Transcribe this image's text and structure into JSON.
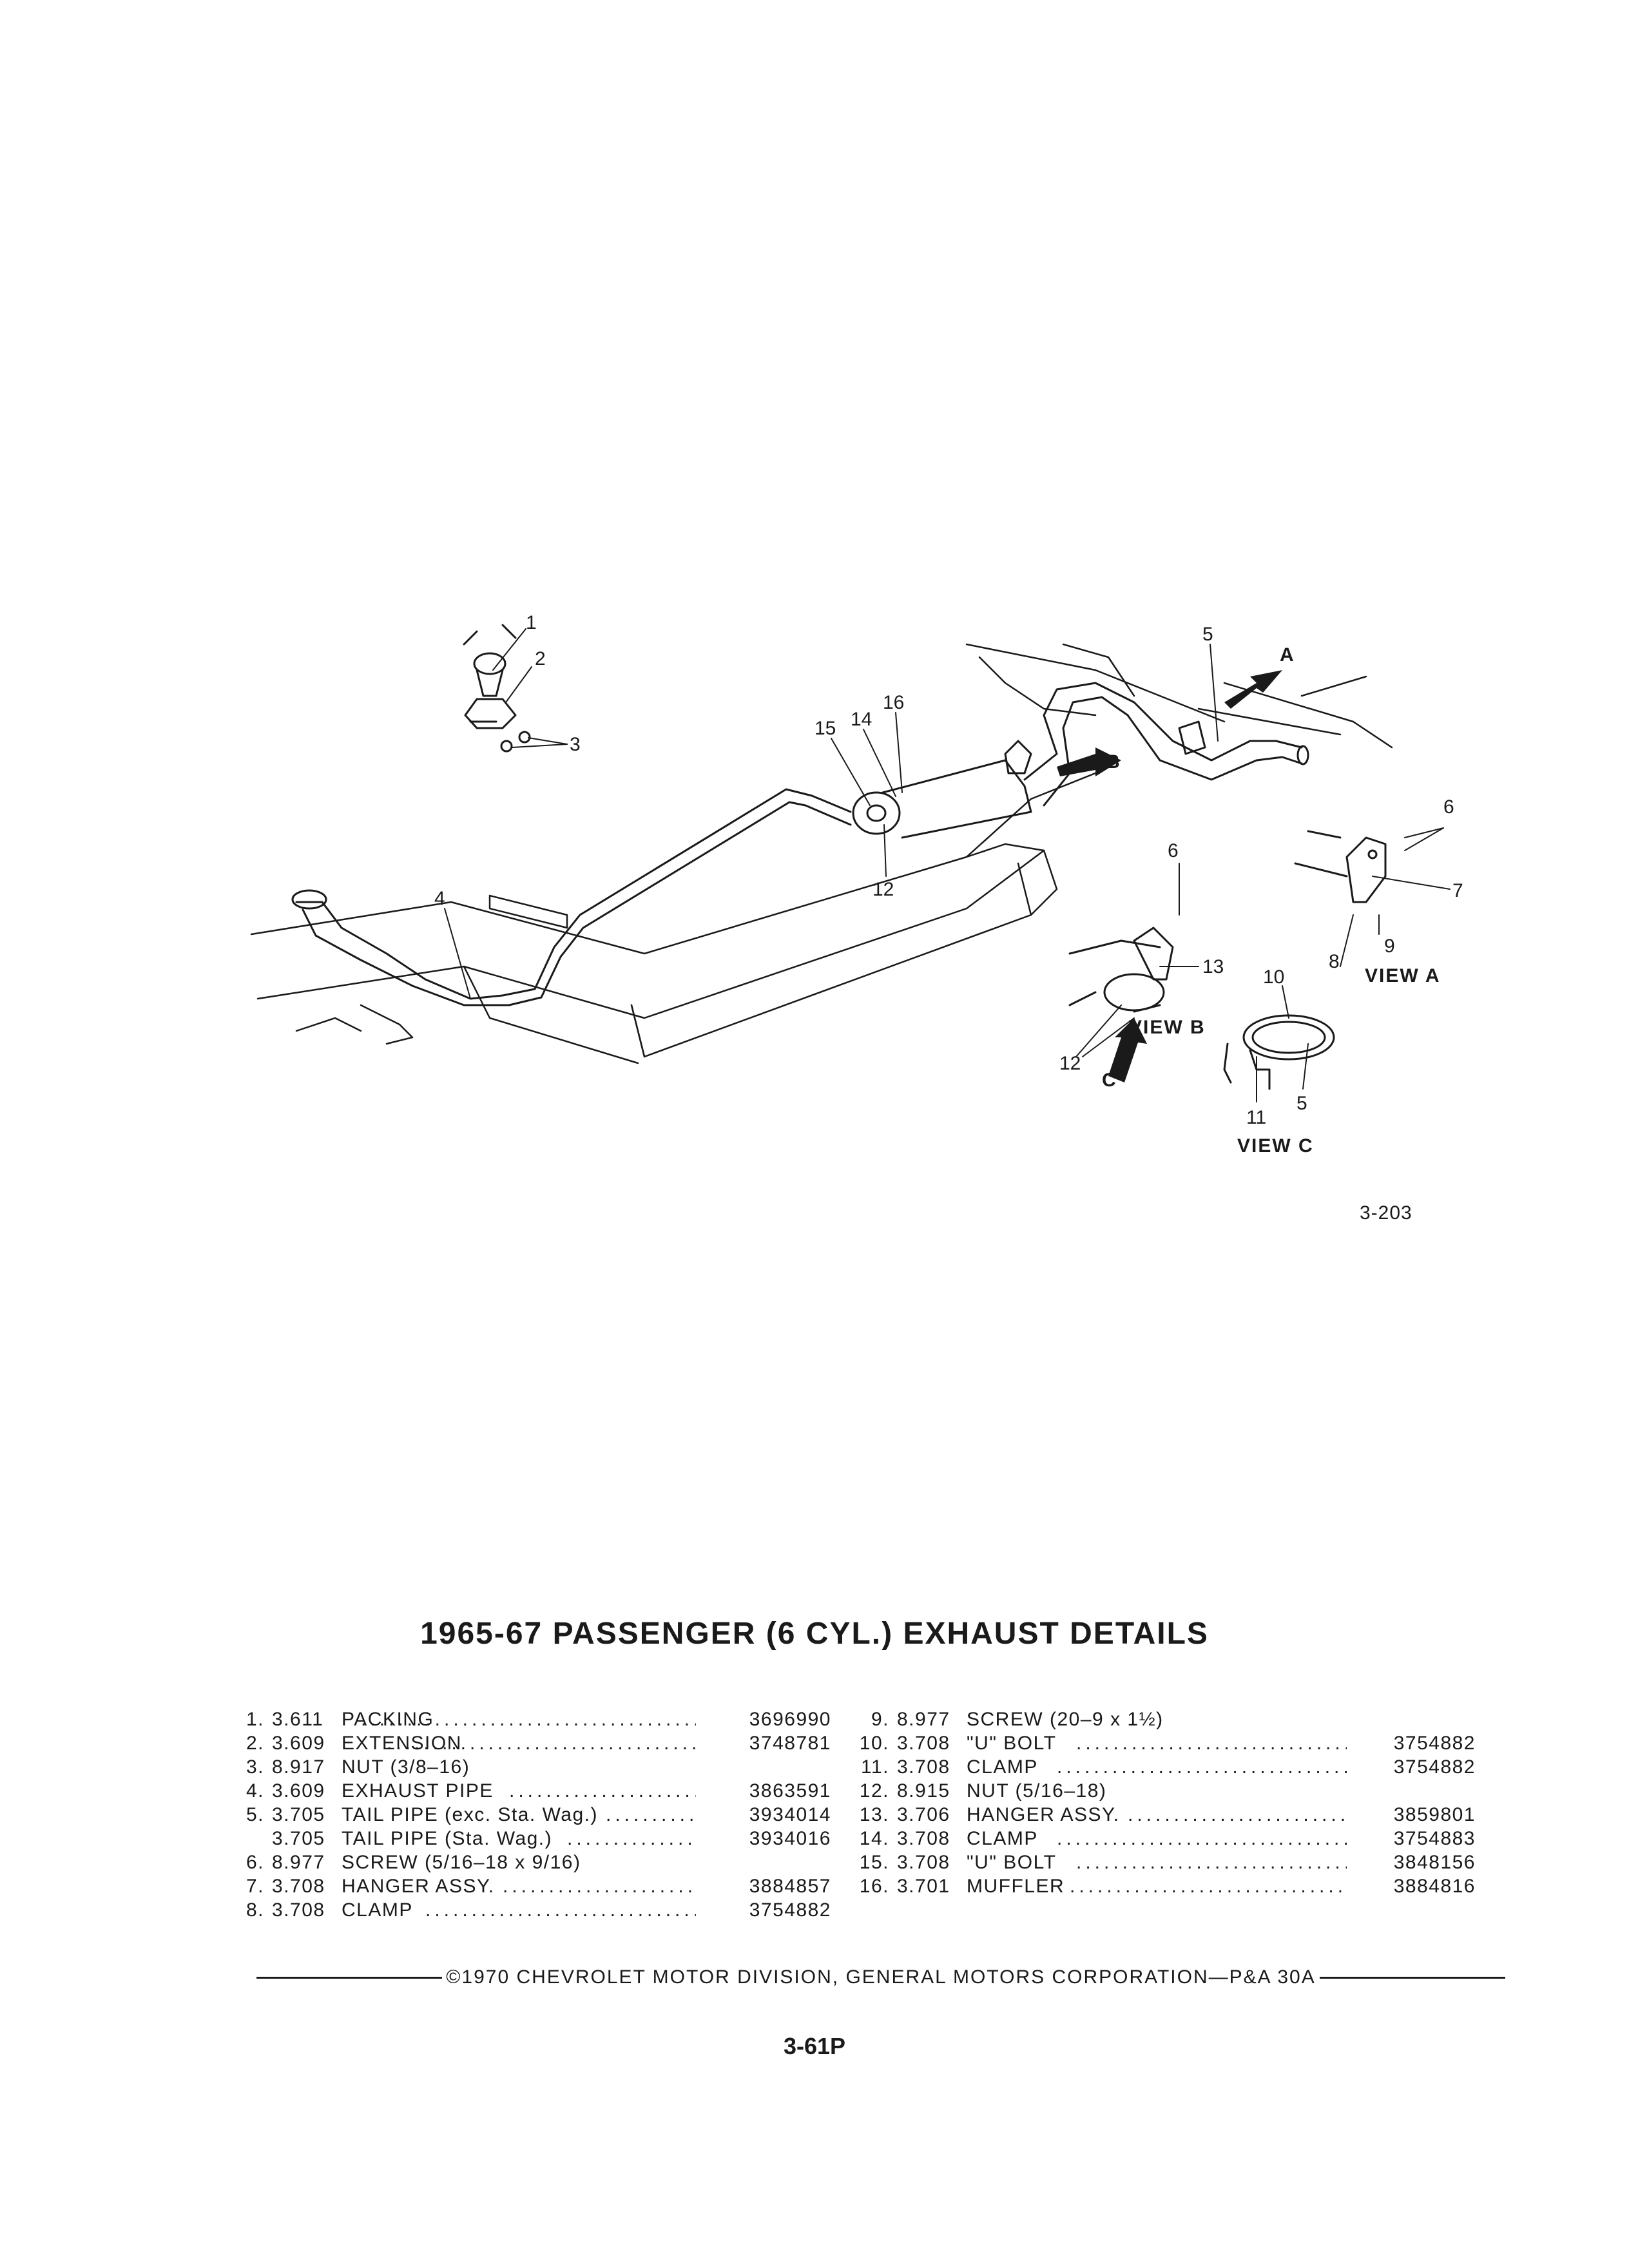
{
  "figure": {
    "callouts": [
      "1",
      "2",
      "3",
      "4",
      "5",
      "16",
      "15",
      "14",
      "12",
      "6",
      "7",
      "9",
      "8",
      "13",
      "10",
      "11",
      "12",
      "5",
      "6"
    ],
    "view_labels": [
      "VIEW A",
      "VIEW B",
      "VIEW C"
    ],
    "arrow_letters": [
      "A",
      "B",
      "C"
    ],
    "figure_number": "3-203"
  },
  "title": "1965-67 PASSENGER (6 CYL.) EXHAUST DETAILS",
  "parts_left": [
    {
      "num": "1.",
      "code": "3.611",
      "desc": "PACKING",
      "pn": "3696990"
    },
    {
      "num": "2.",
      "code": "3.609",
      "desc": "EXTENSION",
      "pn": "3748781"
    },
    {
      "num": "3.",
      "code": "8.917",
      "desc": "NUT (3/8–16)",
      "pn": ""
    },
    {
      "num": "4.",
      "code": "3.609",
      "desc": "EXHAUST PIPE",
      "pn": "3863591"
    },
    {
      "num": "5.",
      "code": "3.705",
      "desc": "TAIL PIPE (exc. Sta. Wag.)",
      "pn": "3934014"
    },
    {
      "num": "",
      "code": "3.705",
      "desc": "TAIL PIPE (Sta. Wag.)",
      "pn": "3934016"
    },
    {
      "num": "6.",
      "code": "8.977",
      "desc": "SCREW (5/16–18 x 9/16)",
      "pn": ""
    },
    {
      "num": "7.",
      "code": "3.708",
      "desc": "HANGER ASSY.",
      "pn": "3884857"
    },
    {
      "num": "8.",
      "code": "3.708",
      "desc": "CLAMP",
      "pn": "3754882"
    }
  ],
  "parts_right": [
    {
      "num": "9.",
      "code": "8.977",
      "desc": "SCREW (20–9 x 1½)",
      "pn": ""
    },
    {
      "num": "10.",
      "code": "3.708",
      "desc": "\"U\" BOLT",
      "pn": "3754882"
    },
    {
      "num": "11.",
      "code": "3.708",
      "desc": "CLAMP",
      "pn": "3754882"
    },
    {
      "num": "12.",
      "code": "8.915",
      "desc": "NUT (5/16–18)",
      "pn": ""
    },
    {
      "num": "13.",
      "code": "3.706",
      "desc": "HANGER ASSY.",
      "pn": "3859801"
    },
    {
      "num": "14.",
      "code": "3.708",
      "desc": "CLAMP",
      "pn": "3754883"
    },
    {
      "num": "15.",
      "code": "3.708",
      "desc": "\"U\" BOLT",
      "pn": "3848156"
    },
    {
      "num": "16.",
      "code": "3.701",
      "desc": "MUFFLER",
      "pn": "3884816"
    }
  ],
  "leader_dots": "..........................................",
  "footer": "©1970 CHEVROLET MOTOR DIVISION, GENERAL MOTORS CORPORATION—P&A 30A",
  "page_number": "3-61P"
}
